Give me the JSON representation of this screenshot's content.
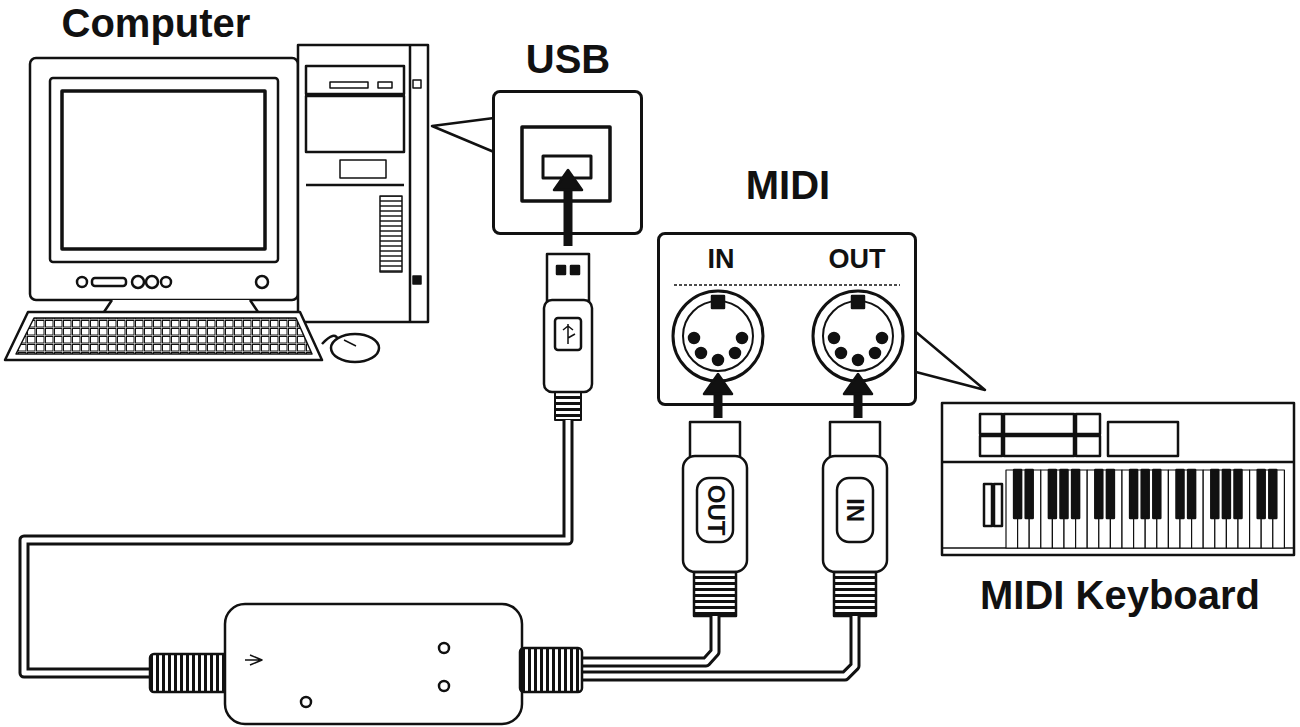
{
  "diagram": {
    "nodes": [
      {
        "text": [
          "USB"
        ]
      },
      {
        "text": [
          "MIDI",
          "IN",
          "OUT"
        ]
      }
    ],
    "labels": [
      "Computer",
      "OUT",
      "IN",
      "MIDI Keyboard"
    ]
  }
}
